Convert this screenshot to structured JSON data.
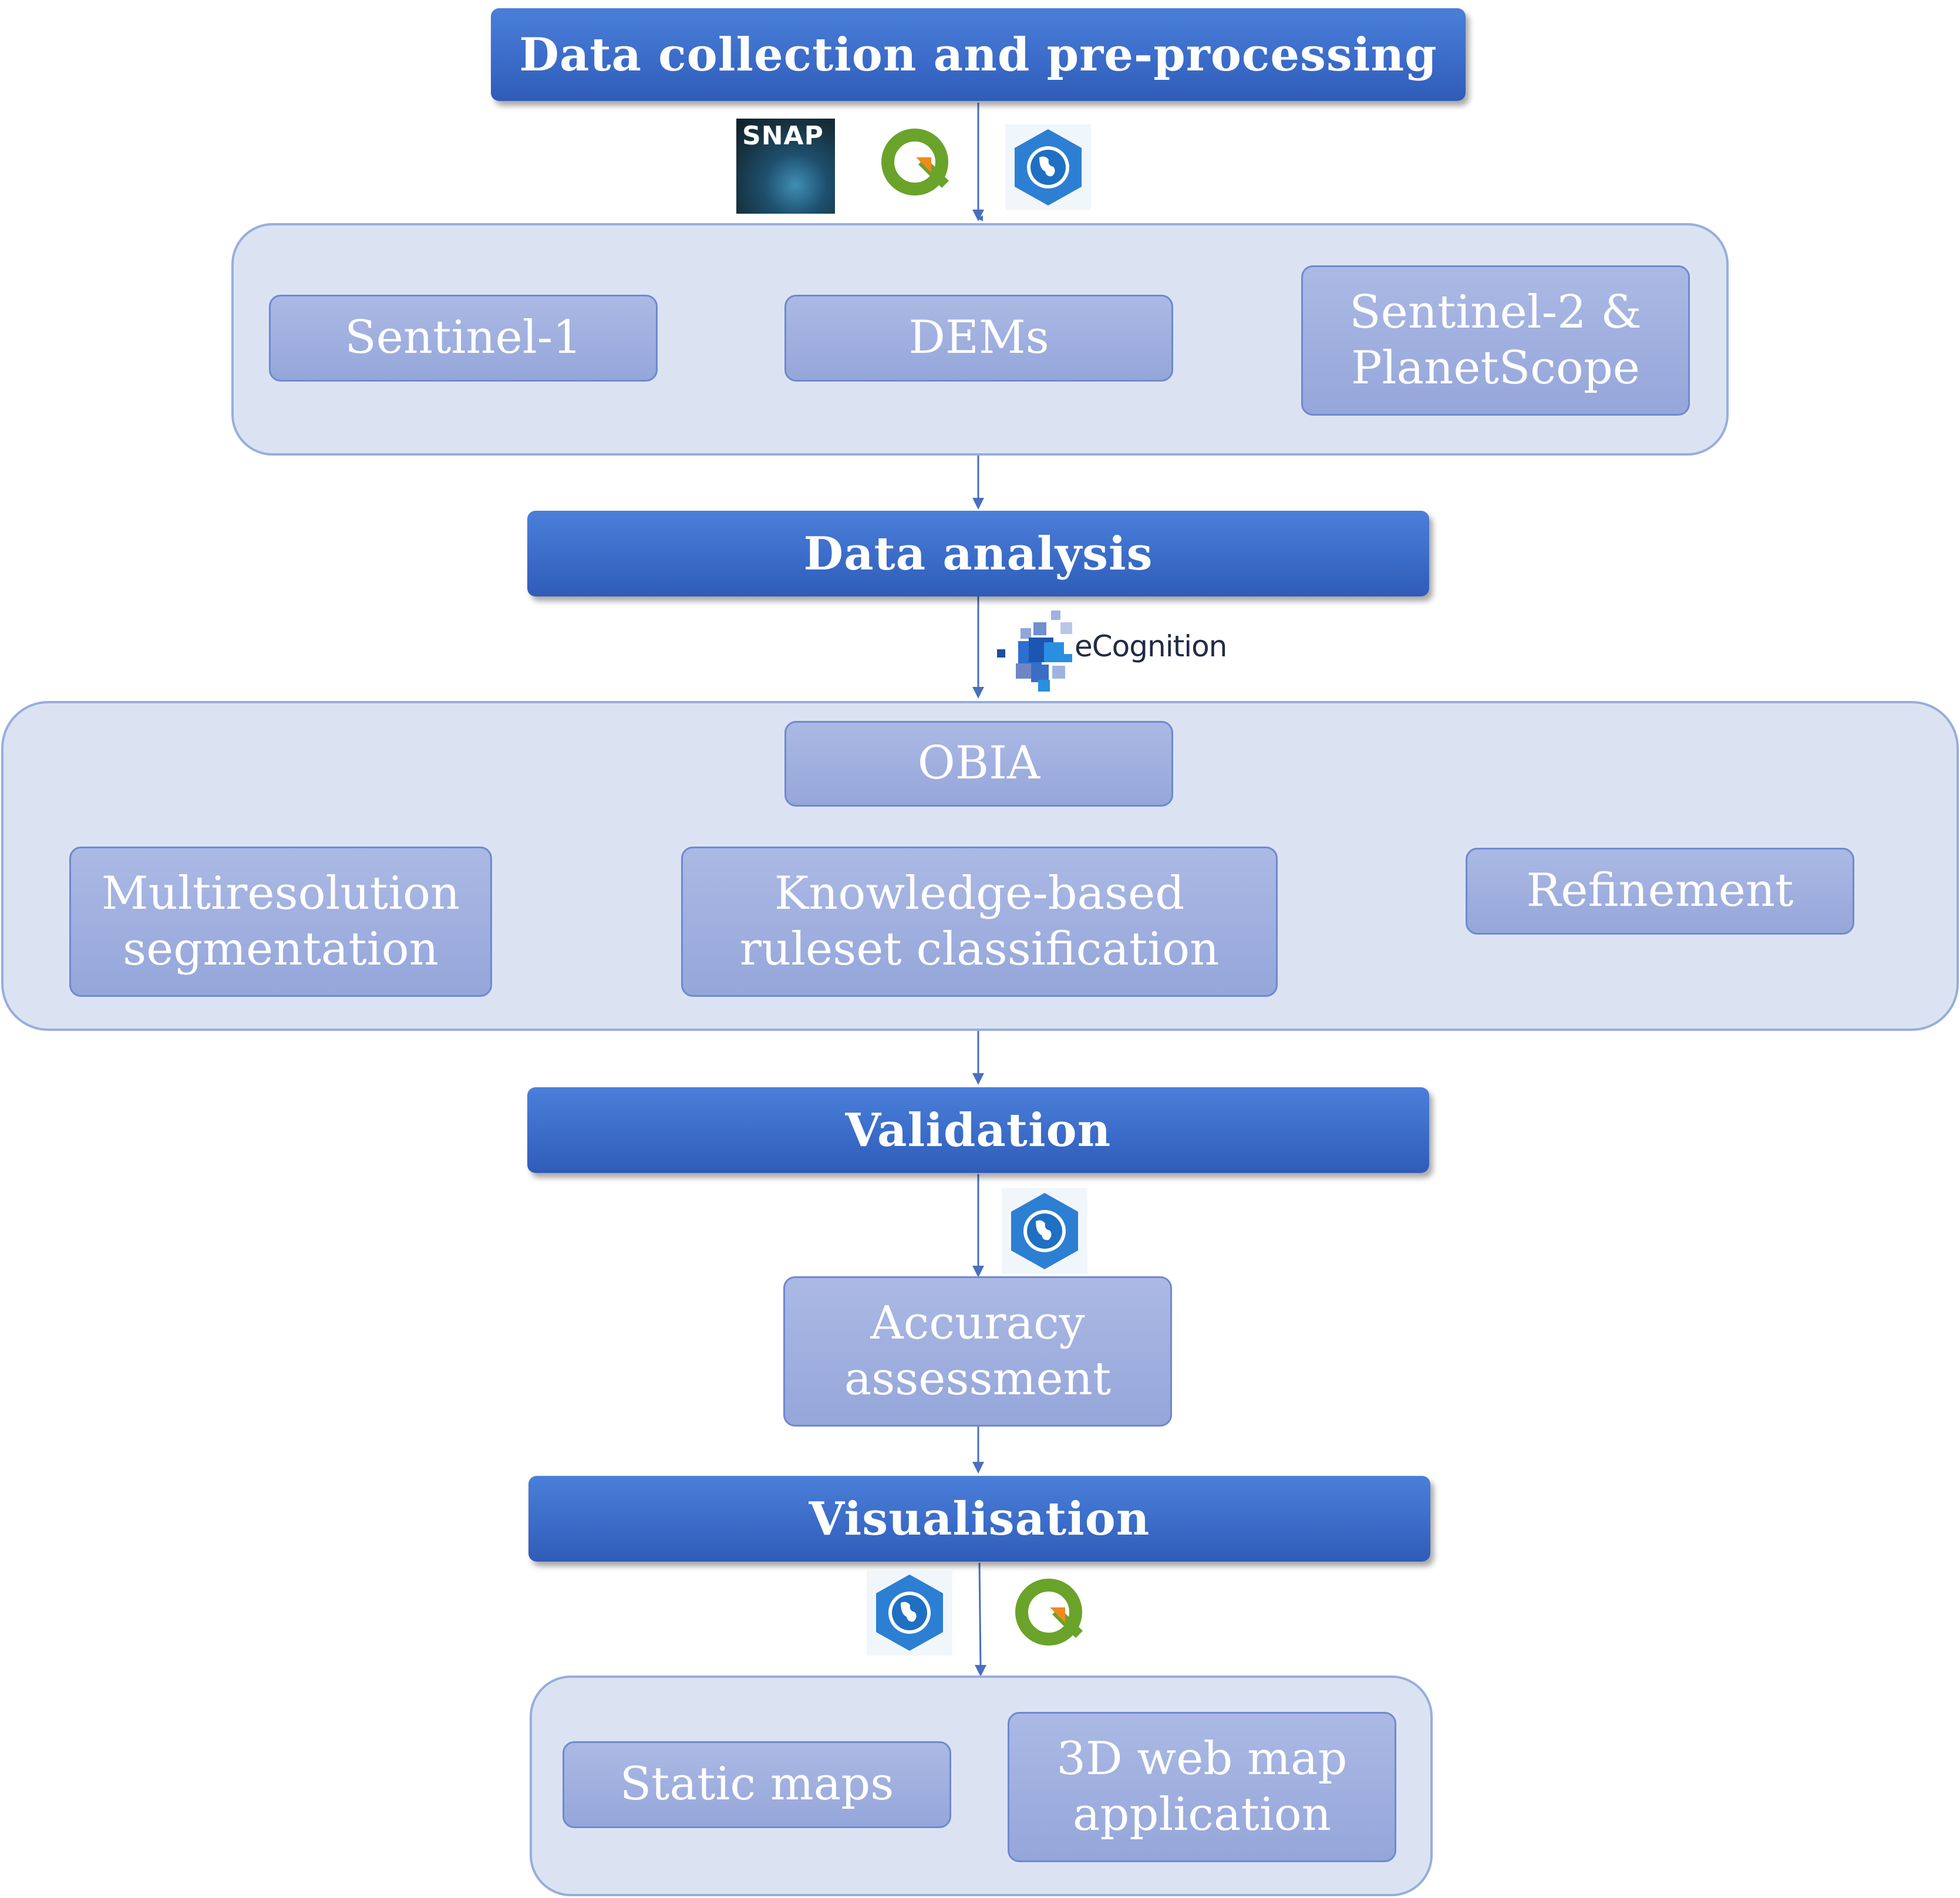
{
  "stages": {
    "collection": "Data collection and pre-processing",
    "analysis": "Data analysis",
    "validation": "Validation",
    "visualisation": "Visualisation"
  },
  "inputs": {
    "sentinel1": "Sentinel-1",
    "dems": "DEMs",
    "sentinel2": [
      "Sentinel-2 &",
      "PlanetScope"
    ]
  },
  "analysis_steps": {
    "obia": "OBIA",
    "segmentation": [
      "Multiresolution",
      "segmentation"
    ],
    "classification": [
      "Knowledge-based",
      "ruleset classification"
    ],
    "refinement": "Refinement"
  },
  "validation_steps": {
    "accuracy": [
      "Accuracy",
      "assessment"
    ]
  },
  "outputs": {
    "static_maps": "Static maps",
    "web_map": [
      "3D web map",
      "application"
    ]
  },
  "logos": {
    "snap": "SNAP",
    "ecognition": "eCognition"
  },
  "icons": [
    "snap-logo-icon",
    "qgis-logo-icon",
    "arcgis-logo-icon",
    "ecognition-logo-icon"
  ],
  "colors": {
    "header_blue": "#3b6cc9",
    "box_blue": "#9fb0e0",
    "panel_fill": "#dbe3f3",
    "arrow": "#4a6fc0"
  }
}
